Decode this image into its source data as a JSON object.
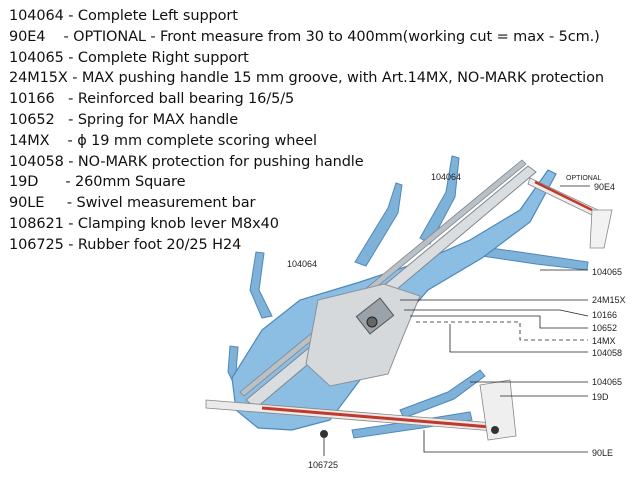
{
  "parts_list": [
    {
      "code": "104064",
      "sep": " - ",
      "desc": "Complete Left support"
    },
    {
      "code": "90E4",
      "sep": "    - ",
      "desc": "OPTIONAL - Front measure from 30 to 400mm(working cut = max - 5cm.)"
    },
    {
      "code": "104065",
      "sep": " - ",
      "desc": "Complete Right support"
    },
    {
      "code": "24M15X",
      "sep": " - ",
      "desc": "MAX pushing handle 15 mm groove, with Art.14MX, NO-MARK protection"
    },
    {
      "code": "10166",
      "sep": "   - ",
      "desc": "Reinforced ball bearing 16/5/5"
    },
    {
      "code": "10652",
      "sep": "   - ",
      "desc": "Spring for MAX handle"
    },
    {
      "code": "14MX",
      "sep": "    - ",
      "desc": "ϕ 19 mm complete scoring wheel"
    },
    {
      "code": "104058",
      "sep": " - ",
      "desc": "NO-MARK protection for pushing handle"
    },
    {
      "code": "19D",
      "sep": "      - ",
      "desc": "260mm Square"
    },
    {
      "code": "90LE",
      "sep": "     - ",
      "desc": "Swivel measurement bar"
    },
    {
      "code": "108621",
      "sep": " - ",
      "desc": "Clamping knob lever M8x40"
    },
    {
      "code": "106725",
      "sep": " - ",
      "desc": "Rubber foot 20/25 H24"
    }
  ],
  "callouts": {
    "optional": "OPTIONAL",
    "c90E4": "90E4",
    "c104064_top": "104064",
    "c104064_left": "104064",
    "c104065_top": "104065",
    "c24M15X": "24M15X",
    "c10166": "10166",
    "c10652": "10652",
    "c14MX": "14MX",
    "c104058": "104058",
    "c104065_bottom": "104065",
    "c19D": "19D",
    "c90LE": "90LE",
    "c106725": "106725"
  },
  "colors": {
    "frame_blue": "#7fb2d9",
    "frame_dark": "#4d88bb",
    "metal": "#d9dde0",
    "ruler_red": "#c0392b",
    "leader": "#222222"
  }
}
